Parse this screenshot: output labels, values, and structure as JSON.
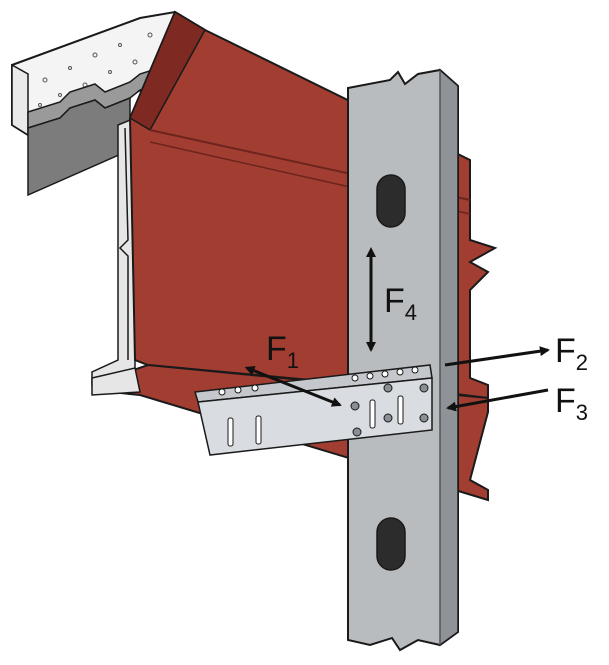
{
  "forces": [
    {
      "id": "F1",
      "letter": "F",
      "sub": "1"
    },
    {
      "id": "F2",
      "letter": "F",
      "sub": "2"
    },
    {
      "id": "F3",
      "letter": "F",
      "sub": "3"
    },
    {
      "id": "F4",
      "letter": "F",
      "sub": "4"
    }
  ],
  "colors": {
    "beam": "#a23d32",
    "beam_dark": "#7e2a22",
    "beam_light": "#b3483c",
    "concrete": "#f4f4f4",
    "deck": "#8c8c8c",
    "stud": "#b9bcbf",
    "stud_dark": "#8f9296",
    "bracket": "#d9dde2",
    "outline": "#1a1a1a"
  }
}
